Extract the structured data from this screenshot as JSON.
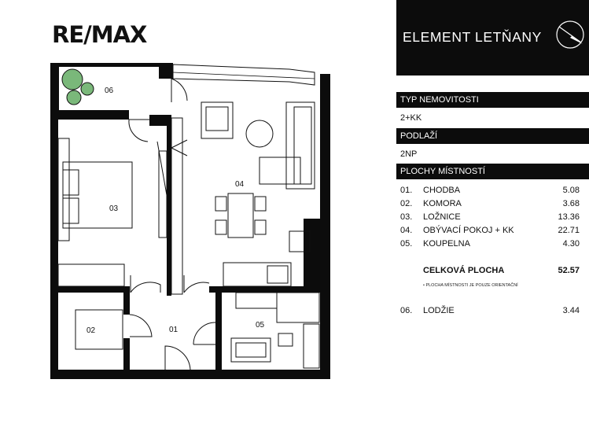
{
  "logo": "RE/MAX",
  "header": {
    "title": "ELEMENT LETŇANY",
    "compass_icon": "north-arrow-icon"
  },
  "sections": {
    "type_label": "TYP NEMOVITOSTI",
    "type_value": "2+KK",
    "floor_label": "PODLAŽÍ",
    "floor_value": "2NP",
    "areas_label": "PLOCHY MÍSTNOSTÍ"
  },
  "rooms": [
    {
      "num": "01.",
      "name": "CHODBA",
      "area": "5.08"
    },
    {
      "num": "02.",
      "name": "KOMORA",
      "area": "3.68"
    },
    {
      "num": "03.",
      "name": "LOŽNICE",
      "area": "13.36"
    },
    {
      "num": "04.",
      "name": "OBÝVACÍ POKOJ + KK",
      "area": "22.71"
    },
    {
      "num": "05.",
      "name": "KOUPELNA",
      "area": "4.30"
    }
  ],
  "total": {
    "label": "CELKOVÁ PLOCHA",
    "area": "52.57"
  },
  "note": "• PLOCHA MÍSTNOSTI JE POUZE ORIENTAČNÍ",
  "extra": {
    "num": "06.",
    "name": "LODŽIE",
    "area": "3.44"
  },
  "plan_labels": {
    "r01": "01",
    "r02": "02",
    "r03": "03",
    "r04": "04",
    "r05": "05",
    "r06": "06"
  }
}
